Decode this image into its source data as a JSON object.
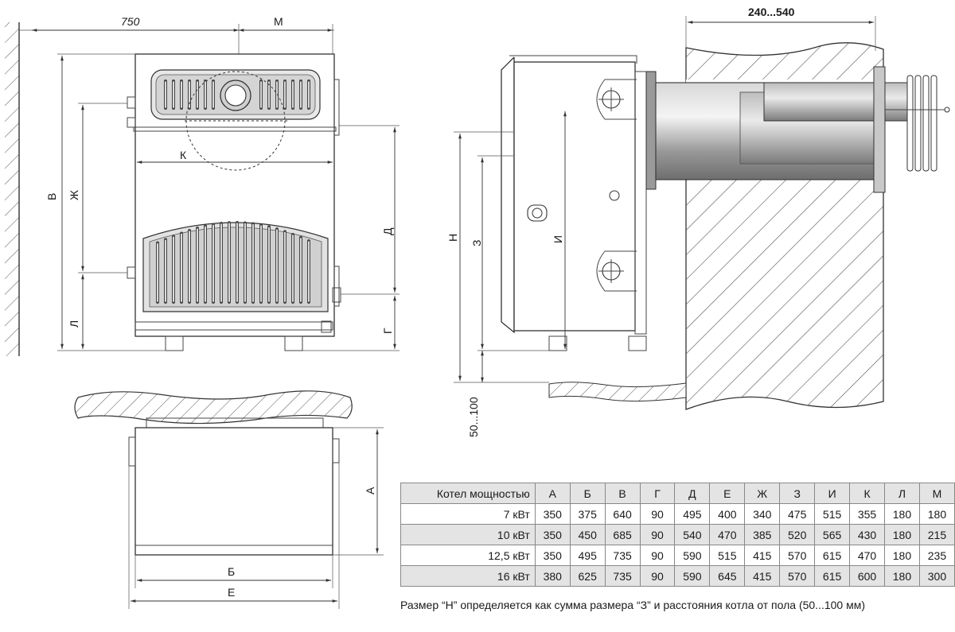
{
  "labels": {
    "dim_750": "750",
    "dim_M": "М",
    "dim_240_540": "240...540",
    "dim_K": "К",
    "dim_V": "В",
    "dim_Zh": "Ж",
    "dim_L": "Л",
    "dim_D": "Д",
    "dim_G": "Г",
    "dim_N": "Н",
    "dim_Z": "З",
    "dim_I": "И",
    "dim_50_100": "50...100",
    "dim_A": "А",
    "dim_B": "Б",
    "dim_E": "Е"
  },
  "table": {
    "header": [
      "Котел мощностью",
      "А",
      "Б",
      "В",
      "Г",
      "Д",
      "Е",
      "Ж",
      "З",
      "И",
      "К",
      "Л",
      "М"
    ],
    "rows": [
      [
        "7 кВт",
        "350",
        "375",
        "640",
        "90",
        "495",
        "400",
        "340",
        "475",
        "515",
        "355",
        "180",
        "180"
      ],
      [
        "10 кВт",
        "350",
        "450",
        "685",
        "90",
        "540",
        "470",
        "385",
        "520",
        "565",
        "430",
        "180",
        "215"
      ],
      [
        "12,5 кВт",
        "350",
        "495",
        "735",
        "90",
        "590",
        "515",
        "415",
        "570",
        "615",
        "470",
        "180",
        "235"
      ],
      [
        "16 кВт",
        "380",
        "625",
        "735",
        "90",
        "590",
        "645",
        "415",
        "570",
        "615",
        "600",
        "180",
        "300"
      ]
    ]
  },
  "note": "Размер “Н” определяется как сумма размера “З” и расстояния котла от пола (50...100 мм)"
}
